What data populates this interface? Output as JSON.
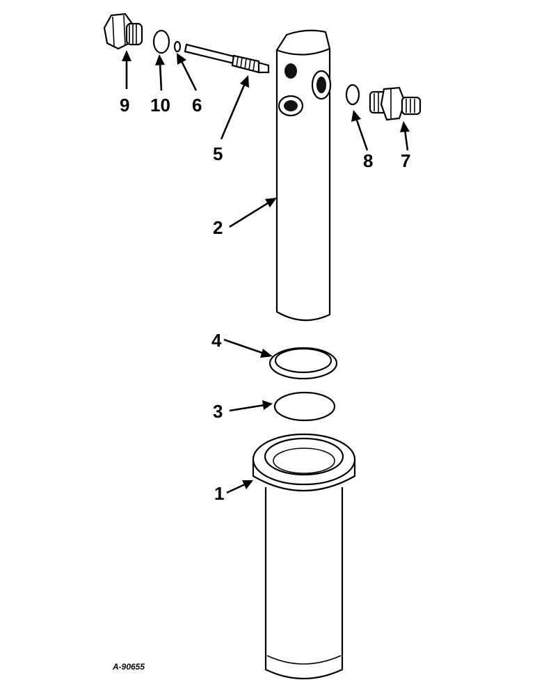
{
  "figure_id": "A-90655",
  "callouts": [
    {
      "id": "1",
      "label": "1"
    },
    {
      "id": "2",
      "label": "2"
    },
    {
      "id": "3",
      "label": "3"
    },
    {
      "id": "4",
      "label": "4"
    },
    {
      "id": "5",
      "label": "5"
    },
    {
      "id": "6",
      "label": "6"
    },
    {
      "id": "7",
      "label": "7"
    },
    {
      "id": "8",
      "label": "8"
    },
    {
      "id": "9",
      "label": "9"
    },
    {
      "id": "10",
      "label": "10"
    }
  ]
}
